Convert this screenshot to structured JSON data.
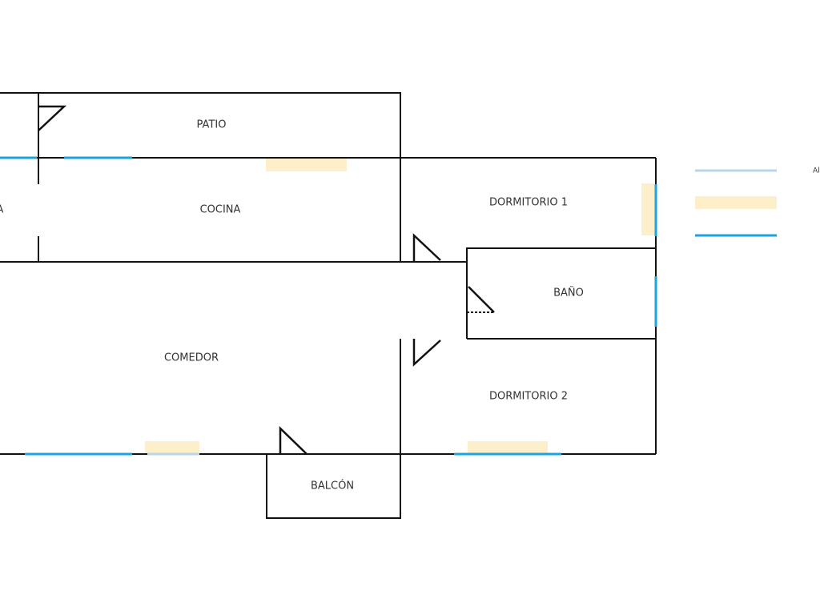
{
  "rooms": {
    "patio": "PATIO",
    "cocina": "COCINA",
    "dormitorio1": "DORMITORIO 1",
    "bano": "BAÑO",
    "comedor": "COMEDOR",
    "dormitorio2": "DORMITORIO 2",
    "balcon": "BALCÓN",
    "cut_left": "A"
  },
  "legend": {
    "first_label": "Al"
  },
  "colors": {
    "wall": "#111111",
    "window_blue": "#1aa3dd",
    "window_beige": "#fdefc9",
    "window_light_blue": "#b8d4e8"
  }
}
